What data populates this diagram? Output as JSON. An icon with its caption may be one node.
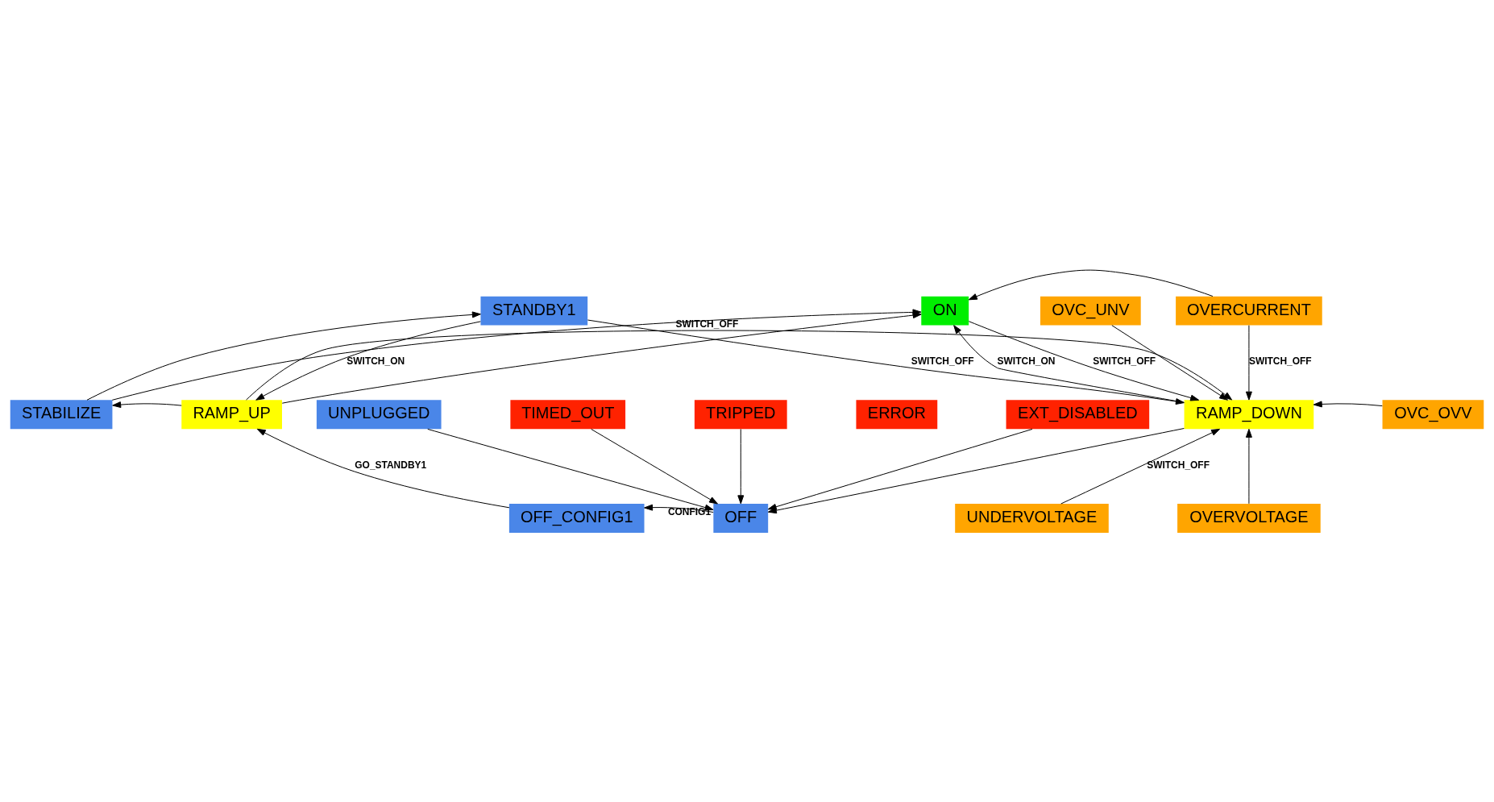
{
  "diagram": {
    "nodes": [
      {
        "text": [
          "STANDBY1"
        ]
      },
      {
        "text": [
          "ON"
        ]
      },
      {
        "text": [
          "OVERCURRENT"
        ]
      },
      {
        "text": [
          "OVC_UNV"
        ]
      },
      {
        "text": [
          "OVC_OVV"
        ]
      },
      {
        "text": [
          "STABILIZE"
        ]
      },
      {
        "text": [
          "RAMP_UP"
        ]
      },
      {
        "text": [
          "RAMP_DOWN"
        ]
      },
      {
        "text": [
          "UNDERVOLTAGE"
        ]
      },
      {
        "text": [
          "OFF_CONFIG1"
        ]
      },
      {
        "text": [
          "OFF"
        ]
      },
      {
        "text": [
          "OVERVOLTAGE"
        ]
      },
      {
        "text": [
          "UNPLUGGED"
        ]
      },
      {
        "text": [
          "TIMED_OUT"
        ]
      },
      {
        "text": [
          "TRIPPED"
        ]
      },
      {
        "text": [
          "ERROR"
        ]
      },
      {
        "text": [
          "EXT_DISABLED"
        ]
      }
    ],
    "edges": [
      {
        "from": 0,
        "to": 6,
        "arrow": "to",
        "label": "SWITCH_ON"
      },
      {
        "from": 0,
        "to": 7,
        "arrow": "to",
        "label": "SWITCH_OFF"
      },
      {
        "from": 5,
        "to": 0,
        "arrow": "to"
      },
      {
        "from": 5,
        "to": 1,
        "arrow": "to"
      },
      {
        "from": 6,
        "to": 5,
        "arrow": "to"
      },
      {
        "from": 6,
        "to": 1,
        "arrow": "to"
      },
      {
        "from": 6,
        "to": 7,
        "arrow": "to",
        "label": "SWITCH_OFF"
      },
      {
        "from": 1,
        "to": 7,
        "arrow": "to",
        "label": "SWITCH_OFF"
      },
      {
        "from": 7,
        "to": 1,
        "arrow": "to",
        "label": "SWITCH_ON"
      },
      {
        "from": 2,
        "to": 1,
        "arrow": "to"
      },
      {
        "from": 2,
        "to": 7,
        "arrow": "to",
        "label": "SWITCH_OFF"
      },
      {
        "from": 3,
        "to": 7,
        "arrow": "to"
      },
      {
        "from": 4,
        "to": 7,
        "arrow": "to"
      },
      {
        "from": 8,
        "to": 7,
        "arrow": "to",
        "label": "SWITCH_OFF"
      },
      {
        "from": 11,
        "to": 7,
        "arrow": "to"
      },
      {
        "from": 7,
        "to": 10,
        "arrow": "to"
      },
      {
        "from": 10,
        "to": 9,
        "arrow": "to",
        "label": "CONFIG1"
      },
      {
        "from": 9,
        "to": 6,
        "arrow": "to",
        "label": "GO_STANDBY1"
      },
      {
        "from": 12,
        "to": 10,
        "arrow": "to"
      },
      {
        "from": 13,
        "to": 10,
        "arrow": "to"
      },
      {
        "from": 14,
        "to": 10,
        "arrow": "to"
      },
      {
        "from": 16,
        "to": 10,
        "arrow": "to"
      }
    ]
  }
}
